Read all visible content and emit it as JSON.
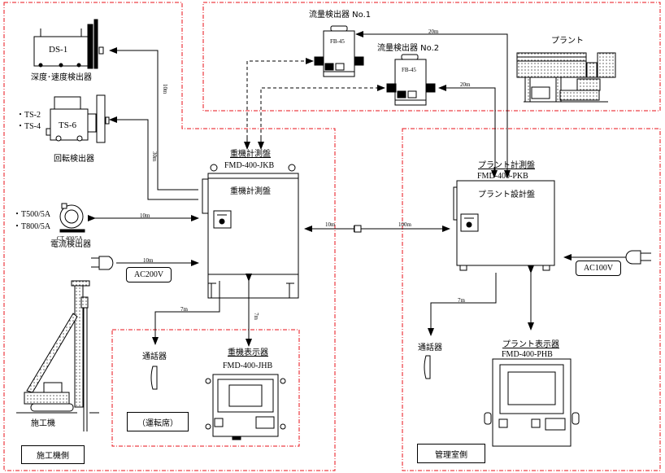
{
  "zones": {
    "machine_side": "施工機側",
    "control_room": "管理室側",
    "operator_seat": "（運転席）"
  },
  "devices": {
    "depth_sensor": {
      "model": "DS-1",
      "name": "深度･速度検出器"
    },
    "rotation_sensor": {
      "model": "TS-6",
      "name": "回転検出器",
      "variants": [
        "・TS-2",
        "・TS-4"
      ]
    },
    "current_sensor": {
      "model": "CT 400/5A",
      "name": "電流検出器",
      "variants": [
        "・T500/5A",
        "・T800/5A"
      ]
    },
    "power_machine": {
      "label": "AC200V"
    },
    "power_plant": {
      "label": "AC100V"
    },
    "flow_sensor_1": {
      "name": "流量検出器 No.1",
      "model": "FB-45"
    },
    "flow_sensor_2": {
      "name": "流量検出器 No.2",
      "model": "FB-45"
    },
    "plant": {
      "name": "プラント"
    },
    "machine_panel": {
      "name": "重機計測盤",
      "model": "FMD-400-JKB",
      "inner_label": "重機計測盤"
    },
    "plant_panel": {
      "name": "プラント計測盤",
      "model": "FMD-400-PKB",
      "inner_label": "プラント設計盤"
    },
    "machine_display": {
      "name": "重機表示器",
      "model": "FMD-400-JHB"
    },
    "plant_display": {
      "name": "プラント表示器",
      "model": "FMD-400-PHB"
    },
    "intercom_machine": {
      "name": "通話器"
    },
    "intercom_plant": {
      "name": "通話器"
    },
    "rig": {
      "name": "施工機"
    }
  },
  "cables": {
    "depth": "10m",
    "rotation": "30m",
    "current": "10m",
    "power_machine": "10m",
    "link_left": "10m",
    "link_right": "100m",
    "flow1": "20m",
    "flow2": "20m",
    "intercom_machine": "7m",
    "display_machine": "7m",
    "intercom_plant": "7m"
  },
  "colors": {
    "zone_border": "#e8101a",
    "line": "#000000"
  }
}
